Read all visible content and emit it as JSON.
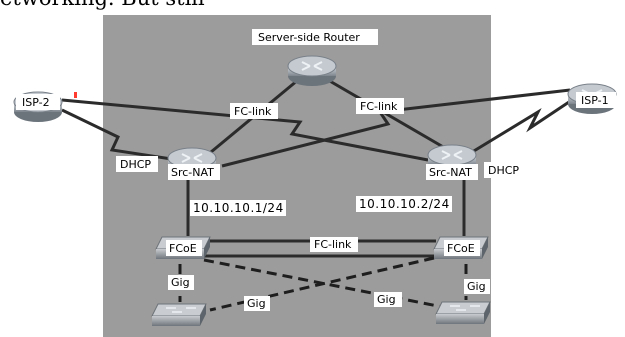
{
  "page": {
    "caption_fragment": "etworking. But still"
  },
  "colors": {
    "canvas": "#9c9c9c",
    "link": "#2b2b2b",
    "router_body": "#9aa3ab",
    "switch_body": "#8e9399",
    "label_bg": "#ffffff",
    "accent_port": "#ff3b2f"
  },
  "devices": {
    "server_router": {
      "label": "Server-side Router",
      "icon": "router-icon"
    },
    "isp2": {
      "label": "ISP-2",
      "icon": "router-icon"
    },
    "isp1": {
      "label": "ISP-1",
      "icon": "router-icon"
    },
    "src_nat_left": {
      "label": "Src-NAT",
      "icon": "router-icon"
    },
    "src_nat_right": {
      "label": "Src-NAT",
      "icon": "router-icon"
    },
    "fcoe_left": {
      "label": "FCoE",
      "icon": "switch-icon"
    },
    "fcoe_right": {
      "label": "FCoE",
      "icon": "switch-icon"
    },
    "gig_switch_left": {
      "icon": "switch-icon"
    },
    "gig_switch_right": {
      "icon": "switch-icon"
    }
  },
  "links": {
    "fc_link_left": "FC-link",
    "fc_link_right": "FC-link",
    "fc_link_fcoe": "FC-link",
    "dhcp_left": "DHCP",
    "dhcp_right": "DHCP",
    "ip_left": "10.10.10.1/24",
    "ip_right": "10.10.10.2/24",
    "gig_left_vertical": "Gig",
    "gig_right_vertical": "Gig",
    "gig_cross_left": "Gig",
    "gig_cross_right": "Gig"
  }
}
